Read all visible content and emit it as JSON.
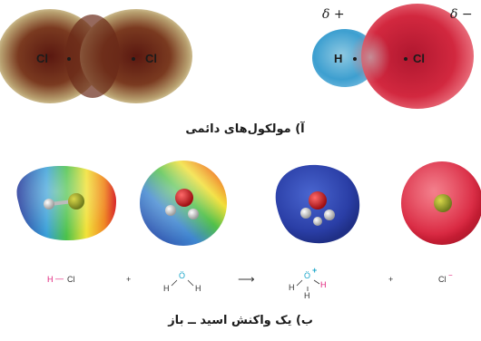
{
  "top_panel": {
    "cl2": {
      "left_label": "Cl",
      "right_label": "Cl"
    },
    "hcl": {
      "h_label": "H",
      "cl_label": "Cl",
      "delta_plus": "δ +",
      "delta_minus": "δ −"
    },
    "caption": "آ) مولکول‌های دائمی"
  },
  "bottom_panel": {
    "equation": {
      "hcl": {
        "h": "H",
        "bond": "—",
        "cl": "Cl"
      },
      "plus_1": "+",
      "water": {
        "o": "Ö",
        "h_left": "H",
        "h_right": "H"
      },
      "arrow": "⟶",
      "hydronium": {
        "o": "Ö",
        "charge": "+",
        "h_left": "H",
        "h_right": "H",
        "h_bottom": "H"
      },
      "plus_2": "+",
      "chloride": {
        "symbol": "Cl",
        "charge": "−"
      }
    },
    "caption": "ب) یک واکنش اسید ــ باز"
  },
  "colors": {
    "pink_label": "#e0207a",
    "cyan_label": "#1aa6c9",
    "negative_region": "#d0213a",
    "positive_region": "#2d3f9a"
  }
}
